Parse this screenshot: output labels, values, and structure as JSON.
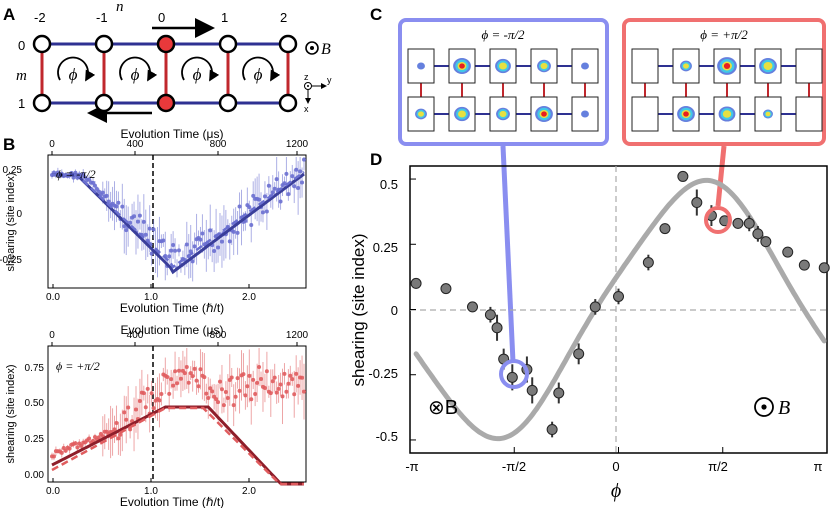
{
  "panel_labels": {
    "a": "A",
    "b": "B",
    "c": "C",
    "d": "D"
  },
  "panel_a": {
    "n_label": "n",
    "m_label": "m",
    "site_labels": [
      "-2",
      "-1",
      "0",
      "1",
      "2"
    ],
    "row_labels": [
      "0",
      "1"
    ],
    "flux_label": "ϕ",
    "field_label": "B",
    "axis_labels": {
      "z": "z",
      "y": "y",
      "x": "x"
    },
    "colors": {
      "rung": "#c0272d",
      "leg": "#2e3192",
      "filled_site": "#e8393b"
    }
  },
  "panel_b": {
    "top": {
      "phi_label": "ϕ = -π/2",
      "top_axis_title": "Evolution Time (μs)",
      "top_ticks": [
        "0",
        "400",
        "800",
        "1200"
      ],
      "bottom_axis_title": "Evolution Time (ℏ/t)",
      "bottom_ticks": [
        "0.0",
        "1.0",
        "2.0"
      ],
      "ylabel": "shearing (site index)",
      "yticks": [
        "0.25",
        "0",
        "-0.25"
      ],
      "dash_x": 1.06,
      "color": "#6a6fd0",
      "dark_color": "#3a3e9a"
    },
    "bottom": {
      "phi_label": "ϕ = +π/2",
      "top_axis_title": "Evolution Time (μs)",
      "top_ticks": [
        "0",
        "400",
        "800",
        "1200"
      ],
      "bottom_axis_title": "Evolution Time (ℏ/t)",
      "bottom_ticks": [
        "0.0",
        "1.0",
        "2.0"
      ],
      "ylabel": "shearing (site index)",
      "yticks": [
        "0.75",
        "0.50",
        "0.25",
        "0.00"
      ],
      "dash_x": 1.06,
      "color": "#e05c5e",
      "dark_color": "#8e1e2a"
    }
  },
  "panel_c": {
    "left_title": "ϕ = -π/2",
    "right_title": "ϕ = +π/2",
    "left_color": "#8a8ef0",
    "right_color": "#f07070"
  },
  "panel_d": {
    "ylabel": "shearing (site index)",
    "xlabel": "ϕ",
    "left_field": "⊗B",
    "right_field": "B",
    "xticks": [
      "-π",
      "-π/2",
      "0",
      "π/2",
      "π"
    ],
    "yticks": [
      "0.5",
      "0.25",
      "0",
      "-0.25",
      "-0.5"
    ]
  },
  "chart_data": [
    {
      "type": "scatter",
      "panel": "D",
      "xlabel": "ϕ",
      "ylabel": "shearing (site index)",
      "xlim": [
        -3.1416,
        3.1416
      ],
      "ylim": [
        -0.55,
        0.55
      ],
      "x_tick_labels": [
        "-π",
        "-π/2",
        "0",
        "π/2",
        "π"
      ],
      "grid": false,
      "series": [
        {
          "values_x": [
            -3.05,
            -2.6,
            -2.2,
            -1.93,
            -1.83,
            -1.73,
            -1.6,
            -1.38,
            -1.3,
            -1.0,
            -0.9,
            -0.6,
            -0.35,
            0.0,
            0.45,
            0.7,
            0.97,
            1.18,
            1.4,
            1.6,
            1.8,
            1.97,
            2.1,
            2.22,
            2.55,
            2.8,
            3.1
          ],
          "values_y": [
            0.1,
            0.08,
            0.01,
            -0.02,
            -0.07,
            -0.19,
            -0.26,
            -0.23,
            -0.31,
            -0.46,
            -0.32,
            -0.17,
            0.01,
            0.05,
            0.18,
            0.31,
            0.51,
            0.41,
            0.36,
            0.34,
            0.33,
            0.33,
            0.29,
            0.26,
            0.22,
            0.17,
            0.16
          ],
          "errors": [
            0.02,
            0.02,
            0.02,
            0.03,
            0.05,
            0.04,
            0.05,
            0.05,
            0.05,
            0.03,
            0.04,
            0.04,
            0.03,
            0.03,
            0.03,
            0.02,
            0.02,
            0.05,
            0.04,
            0.02,
            0.02,
            0.03,
            0.03,
            0.02,
            0.02,
            0.02,
            0.02
          ]
        }
      ]
    },
    {
      "type": "line",
      "panel": "B (top)",
      "x_axis_top_ticks": [
        "0",
        "400",
        "800",
        "1200"
      ],
      "x_axis_bottom_ticks": [
        "0.0",
        "1.0",
        "2.0"
      ],
      "xlim": [
        -0.05,
        2.62
      ],
      "ylim": [
        -0.35,
        0.32
      ]
    },
    {
      "type": "line",
      "panel": "B (bottom)",
      "x_axis_top_ticks": [
        "0",
        "400",
        "800",
        "1200"
      ],
      "x_axis_bottom_ticks": [
        "0.0",
        "1.0",
        "2.0"
      ],
      "xlim": [
        -0.05,
        2.62
      ],
      "ylim": [
        -0.02,
        0.85
      ]
    }
  ]
}
